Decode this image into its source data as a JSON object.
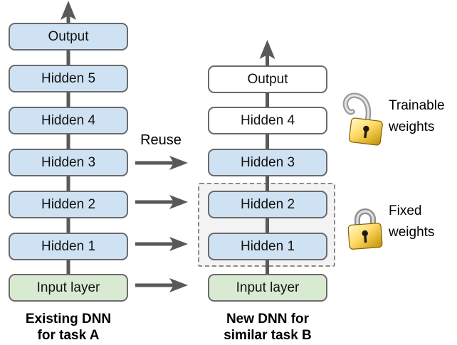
{
  "diagram": {
    "left": {
      "layers": [
        "Output",
        "Hidden 5",
        "Hidden 4",
        "Hidden 3",
        "Hidden 2",
        "Hidden 1",
        "Input layer"
      ],
      "caption_line1": "Existing DNN",
      "caption_line2": "for task A"
    },
    "right": {
      "layers": [
        "Output",
        "Hidden 4",
        "Hidden 3",
        "Hidden 2",
        "Hidden 1",
        "Input layer"
      ],
      "caption_line1": "New DNN for",
      "caption_line2": "similar task B"
    },
    "reuse_label": "Reuse",
    "legend": {
      "trainable": {
        "icon": "open-padlock-icon",
        "label": "Trainable weights"
      },
      "fixed": {
        "icon": "closed-padlock-icon",
        "label": "Fixed weights"
      }
    },
    "colors": {
      "layer_blue": "#cfe2f3",
      "layer_green": "#d9ead3",
      "layer_white": "#ffffff",
      "box_border": "#6a6a6a",
      "arrow_gray": "#595959",
      "dashed_fill": "#f3f3f3",
      "dashed_border": "#8a8a8a",
      "lock_gold": "#f1c232",
      "lock_silver": "#9a9a9a",
      "text": "#000000"
    }
  }
}
